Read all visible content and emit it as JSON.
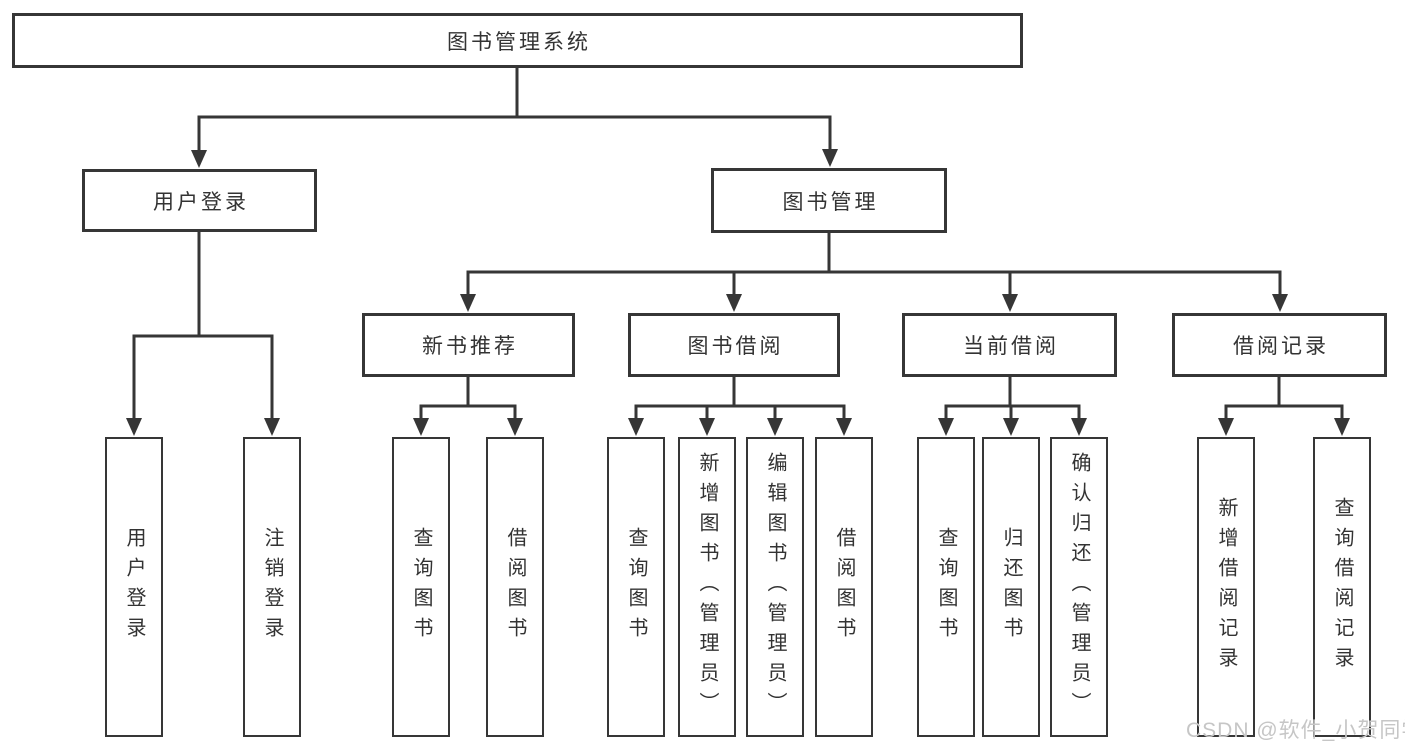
{
  "tree": {
    "root": "图书管理系统",
    "branches": [
      {
        "label": "用户登录",
        "children": [
          "用户登录",
          "注销登录"
        ]
      },
      {
        "label": "图书管理",
        "groups": [
          {
            "label": "新书推荐",
            "children": [
              "查询图书",
              "借阅图书"
            ]
          },
          {
            "label": "图书借阅",
            "children": [
              "查询图书",
              "新增图书（管理员）",
              "编辑图书（管理员）",
              "借阅图书"
            ]
          },
          {
            "label": "当前借阅",
            "children": [
              "查询图书",
              "归还图书",
              "确认归还（管理员）"
            ]
          },
          {
            "label": "借阅记录",
            "children": [
              "新增借阅记录",
              "查询借阅记录"
            ]
          }
        ]
      }
    ]
  },
  "watermark": {
    "text": "CSDN @软件_小贺同学"
  },
  "colors": {
    "line": "#363636",
    "text": "#333333",
    "background": "#ffffff",
    "watermark": "#c6c6c6"
  }
}
